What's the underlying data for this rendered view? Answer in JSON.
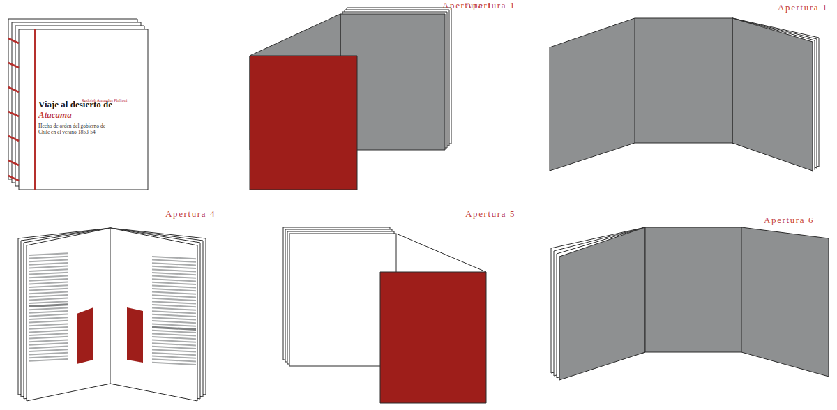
{
  "diagram": {
    "nodes": [
      {
        "text": [
          "Rudolph Amandus Philippi",
          "Viaje al desierto de",
          "Atacama",
          "Hecho de orden del gobierno de Chile en el verano 1853-54"
        ]
      }
    ],
    "labels": [
      "Apertura 1",
      "Apertura 1",
      "Apertura 1",
      "Apertura 4",
      "Apertura 5",
      "Apertura 6"
    ]
  }
}
